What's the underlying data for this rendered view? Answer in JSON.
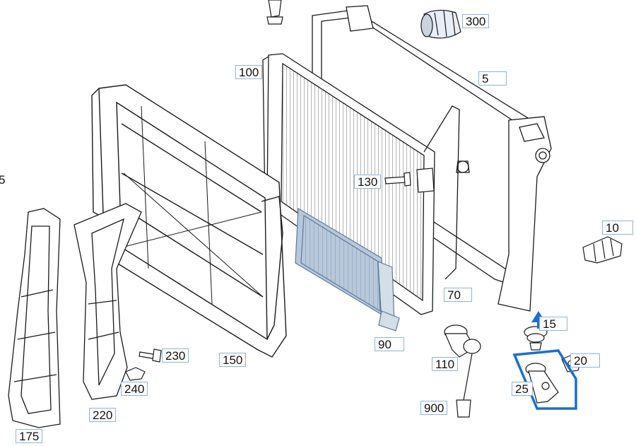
{
  "callouts": {
    "c300": "300",
    "c100": "100",
    "c5": "5",
    "c130": "130",
    "c10": "10",
    "c70": "70",
    "c15": "15",
    "c90": "90",
    "c110": "110",
    "c20": "20",
    "c25": "25",
    "c900": "900",
    "c150": "150",
    "c230": "230",
    "c240": "240",
    "c220": "220",
    "c175": "175",
    "cleft5": "5"
  },
  "colors": {
    "line": "#1a1a1a",
    "part_fill": "#ffffff",
    "highlight_fill": "#b8c8da",
    "highlight_stroke": "#5a7a9a",
    "accent": "#1a6fd1",
    "callout_border": "#8fb3d9"
  }
}
